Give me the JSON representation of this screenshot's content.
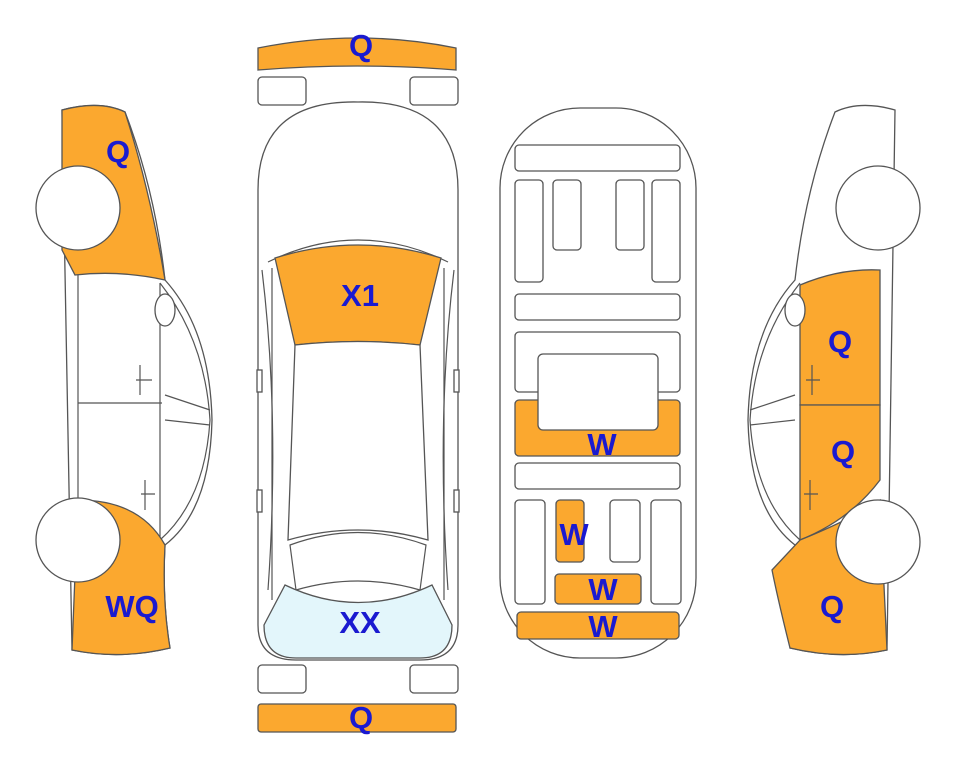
{
  "colors": {
    "damage_orange": "#fba82f",
    "glass_blue": "#e3f6fb",
    "label_blue": "#1a1ad0",
    "outline": "#555555"
  },
  "labels": {
    "front_bumper": "Q",
    "rear_bumper": "Q",
    "windshield": "X1",
    "rear_window": "XX",
    "left_front": "Q",
    "left_rear": "WQ",
    "right_front_door": "Q",
    "right_rear_door": "Q",
    "right_rear_quarter": "Q",
    "floor_middle": "W",
    "floor_rear_left": "W",
    "floor_rear_center": "W",
    "floor_trunk": "W"
  }
}
